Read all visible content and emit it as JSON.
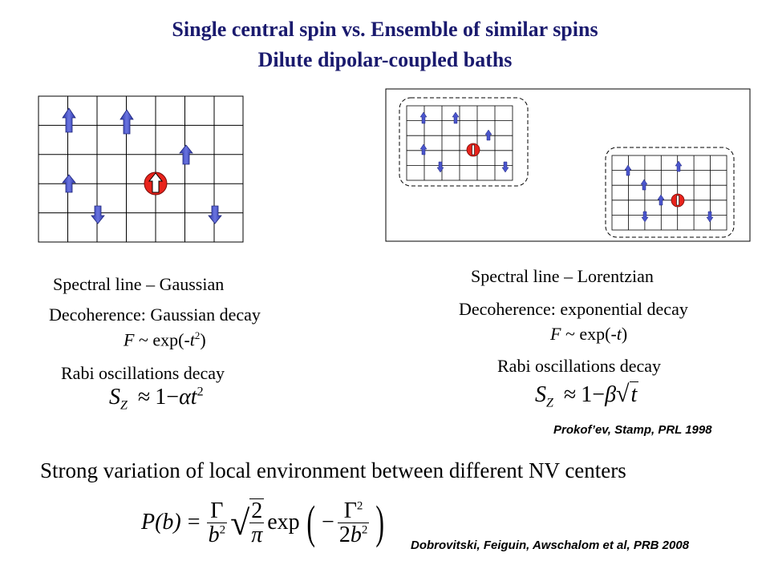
{
  "slide": {
    "title_line1": "Single central spin vs. Ensemble of similar spins",
    "title_line2": "Dilute dipolar-coupled baths"
  },
  "left_panel": {
    "spectral_line": "Spectral line – Gaussian",
    "decoherence": "Decoherence: Gaussian decay",
    "formula_F": "F",
    "formula_rest": " ~ exp(-",
    "formula_t": "t",
    "formula_exp": "2",
    "formula_close": ")",
    "rabi": "Rabi oscillations decay",
    "sz_formula": {
      "S": "S",
      "z": "Z",
      "approx": "≈",
      "one": "1",
      "minus": "−",
      "coef": "α",
      "t": "t",
      "power": "2"
    }
  },
  "right_panel": {
    "spectral_line": "Spectral line – Lorentzian",
    "decoherence": "Decoherence: exponential decay",
    "formula_F": "F",
    "formula_rest": " ~ exp(-",
    "formula_t": "t",
    "formula_close": ")",
    "rabi": "Rabi oscillations decay",
    "sz_formula": {
      "S": "S",
      "z": "Z",
      "approx": "≈",
      "one": "1",
      "minus": "−",
      "coef": "β",
      "t": "t"
    }
  },
  "citations": {
    "prokofev": "Prokof’ev, Stamp, PRL 1998",
    "dobrovitski": "Dobrovitski, Feiguin, Awschalom et al, PRB 2008"
  },
  "bottom": {
    "statement": "Strong variation of local environment between different NV centers",
    "pb_formula": {
      "lhs": "P(b)",
      "eq": "=",
      "gamma": "Γ",
      "b": "b",
      "two": "2",
      "pi": "π",
      "exp": "exp",
      "minus": "−"
    }
  },
  "colors": {
    "title": "#1a1a6e",
    "spin_arrow": "#4a55cc",
    "central_spin": "#e8231c",
    "grid": "#000000"
  }
}
